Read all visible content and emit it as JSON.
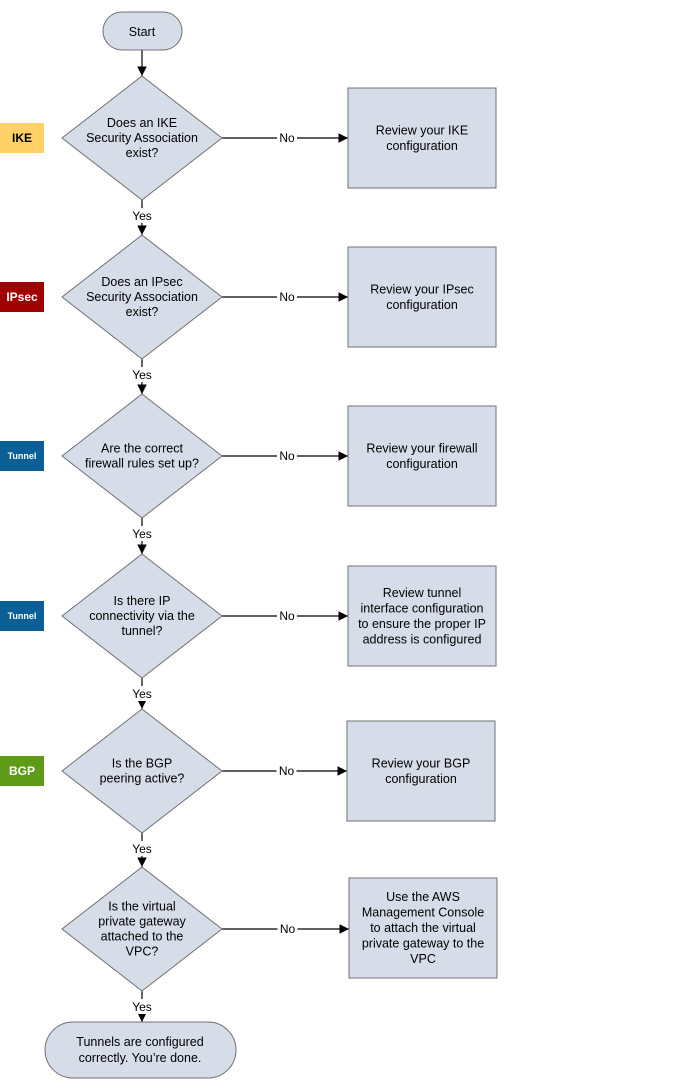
{
  "colors": {
    "node_fill": "#d6dce8",
    "node_stroke": "#707070",
    "edge": "#000000",
    "tag_ike": "#ffd166",
    "tag_ipsec": "#a00000",
    "tag_tunnel": "#0a5f96",
    "tag_bgp": "#5e9b18"
  },
  "start": {
    "label": "Start"
  },
  "end": {
    "lines": [
      "Tunnels are configured",
      "correctly. You’re done."
    ]
  },
  "edge_labels": {
    "yes": "Yes",
    "no": "No"
  },
  "tags": [
    {
      "label": "IKE",
      "color": "#ffd166",
      "text_color": "#000000"
    },
    {
      "label": "IPsec",
      "color": "#a00000",
      "text_color": "#ffffff"
    },
    {
      "label": "Tunnel",
      "color": "#0a5f96",
      "text_color": "#ffffff"
    },
    {
      "label": "Tunnel",
      "color": "#0a5f96",
      "text_color": "#ffffff"
    },
    {
      "label": "BGP",
      "color": "#5e9b18",
      "text_color": "#ffffff"
    }
  ],
  "steps": [
    {
      "decision": [
        "Does an IKE",
        "Security Association",
        "exist?"
      ],
      "action": [
        "Review your IKE",
        "configuration"
      ]
    },
    {
      "decision": [
        "Does an IPsec",
        "Security Association",
        "exist?"
      ],
      "action": [
        "Review your IPsec",
        "configuration"
      ]
    },
    {
      "decision": [
        "Are the correct",
        "firewall rules set up?"
      ],
      "action": [
        "Review your firewall",
        "configuration"
      ]
    },
    {
      "decision": [
        "Is there IP",
        "connectivity via the",
        "tunnel?"
      ],
      "action": [
        "Review tunnel",
        "interface configuration",
        "to ensure the proper IP",
        "address is configured"
      ]
    },
    {
      "decision": [
        "Is the BGP",
        "peering active?"
      ],
      "action": [
        "Review your BGP",
        "configuration"
      ]
    },
    {
      "decision": [
        "Is the virtual",
        "private gateway",
        "attached to the",
        "VPC?"
      ],
      "action": [
        "Use the AWS",
        "Management Console",
        "to attach the virtual",
        "private gateway to the",
        "VPC"
      ]
    }
  ]
}
